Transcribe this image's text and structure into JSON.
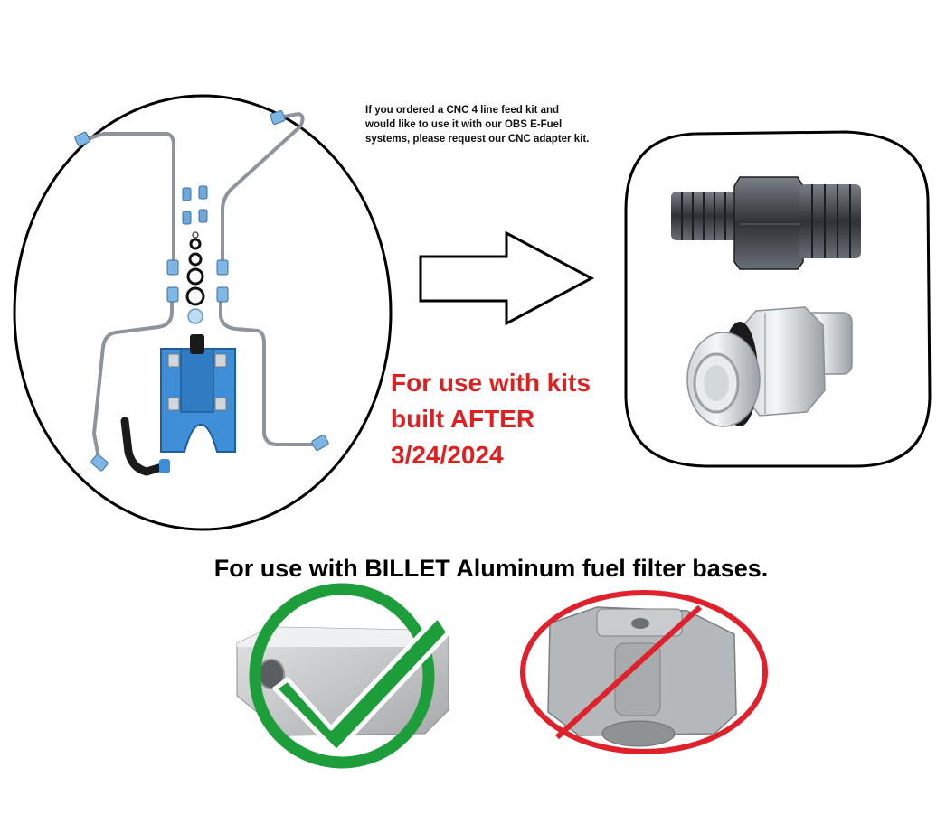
{
  "notice": {
    "text": "If you ordered a CNC 4 line feed kit and\nwould like to use it with our OBS E-Fuel\nsystems, please request our CNC adapter kit."
  },
  "kits_notice": {
    "text": "For use with kits\nbuilt  AFTER\n3/24/2024"
  },
  "billet_notice": {
    "text": "For use with BILLET Aluminum fuel filter bases."
  },
  "colors": {
    "red_text": "#e02020",
    "check_green": "#1e9e3a",
    "prohibited_red": "#e0202a",
    "kit_blue": "#3b8fd6"
  },
  "icons": {
    "arrow": "right-arrow-icon",
    "check": "check-mark-icon",
    "prohibited": "prohibited-icon"
  }
}
